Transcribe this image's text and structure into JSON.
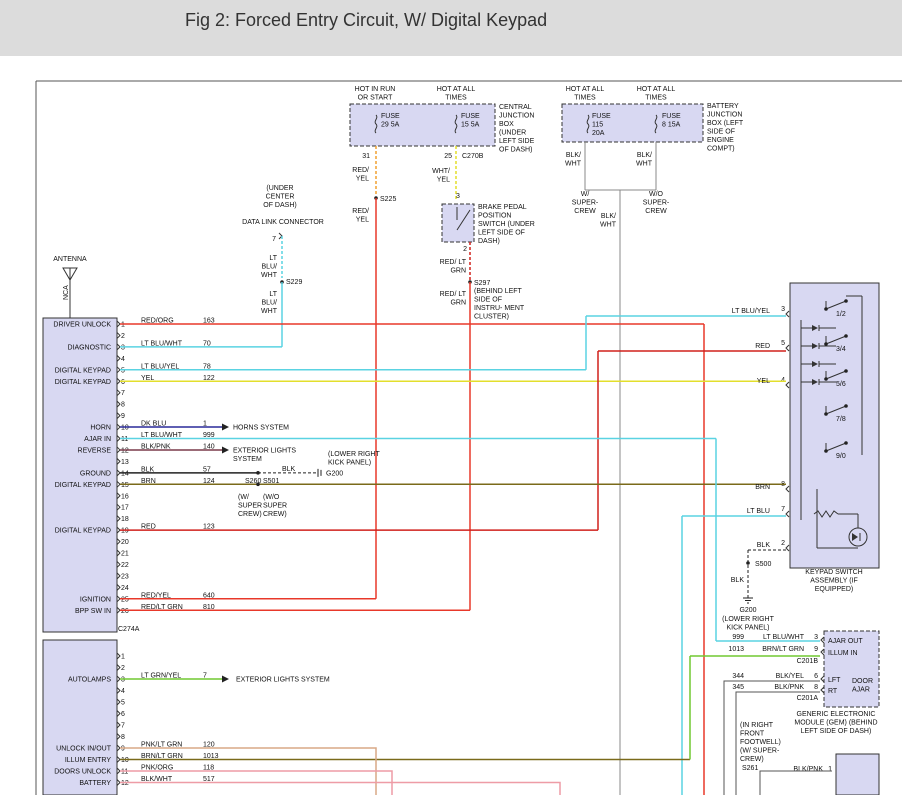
{
  "header": {
    "title": "Fig 2: Forced Entry Circuit, W/ Digital Keypad"
  },
  "colors": {
    "module_fill": "#d8d8f2",
    "red_orange": "#e8382a",
    "red": "#d0201c",
    "cyan": "#5ad3e2",
    "yellow": "#e3df2c",
    "orange": "#f0a030",
    "dark_blue": "#2a2a9a",
    "olive": "#7a6a1a",
    "green": "#70c830",
    "tan": "#d9a886",
    "pink": "#ee9ca6",
    "black": "#222222",
    "gray": "#888888"
  },
  "top_fuses": {
    "cjb_left_hot": "HOT IN RUN OR START",
    "cjb_right_hot": "HOT AT ALL TIMES",
    "cjb_fuse1": "FUSE 29 5A",
    "cjb_fuse2": "FUSE 15 5A",
    "cjb_label": "CENTRAL JUNCTION BOX (UNDER LEFT SIDE OF DASH)",
    "cjb_pin_left": "31",
    "cjb_pin_right": "25",
    "cjb_conn": "C270B",
    "bjb_left_hot": "HOT AT ALL TIMES",
    "bjb_right_hot": "HOT AT ALL TIMES",
    "bjb_fuse1": "FUSE 115 20A",
    "bjb_fuse2": "FUSE 8 15A",
    "bjb_label": "BATTERY JUNCTION BOX (LEFT SIDE OF ENGINE COMPT)"
  },
  "wires_top": {
    "red_yel_1": "RED/ YEL",
    "s225": "S225",
    "red_yel_2": "RED/ YEL",
    "wht_yel": "WHT/ YEL",
    "bpp_pin3": "3",
    "bpp_label": "BRAKE PEDAL POSITION SWITCH (UNDER LEFT SIDE OF DASH)",
    "bpp_pin2": "2",
    "red_ltgrn_1": "RED/ LT GRN",
    "s297": "S297",
    "s297_desc": "(BEHIND LEFT SIDE OF INSTRU- MENT CLUSTER)",
    "red_ltgrn_2": "RED/ LT GRN",
    "dlc_loc": "(UNDER CENTER OF DASH)",
    "dlc_label": "DATA LINK CONNECTOR",
    "dlc_pin": "7",
    "ltblu_wht_1": "LT BLU/ WHT",
    "s229": "S229",
    "ltblu_wht_2": "LT BLU/ WHT",
    "antenna": "ANTENNA",
    "nca": "NCA",
    "blk_wht_a": "BLK/ WHT",
    "blk_wht_b": "BLK/ WHT",
    "w_supercrew": "W/ SUPER- CREW",
    "wo_supercrew": "W/O SUPER- CREW",
    "blk_wht_c": "BLK/ WHT"
  },
  "left_module_a": {
    "connector": "C274A",
    "rows": [
      {
        "name": "DRIVER UNLOCK",
        "pin": "1",
        "wire": "RED/ORG",
        "circuit": "163"
      },
      {
        "name": "",
        "pin": "2",
        "wire": "",
        "circuit": ""
      },
      {
        "name": "DIAGNOSTIC",
        "pin": "3",
        "wire": "LT BLU/WHT",
        "circuit": "70"
      },
      {
        "name": "",
        "pin": "4",
        "wire": "",
        "circuit": ""
      },
      {
        "name": "DIGITAL KEYPAD",
        "pin": "5",
        "wire": "LT BLU/YEL",
        "circuit": "78"
      },
      {
        "name": "DIGITAL KEYPAD",
        "pin": "6",
        "wire": "YEL",
        "circuit": "122"
      },
      {
        "name": "",
        "pin": "7",
        "wire": "",
        "circuit": ""
      },
      {
        "name": "",
        "pin": "8",
        "wire": "",
        "circuit": ""
      },
      {
        "name": "",
        "pin": "9",
        "wire": "",
        "circuit": ""
      },
      {
        "name": "HORN",
        "pin": "10",
        "wire": "DK BLU",
        "circuit": "1"
      },
      {
        "name": "AJAR IN",
        "pin": "11",
        "wire": "LT BLU/WHT",
        "circuit": "999"
      },
      {
        "name": "REVERSE",
        "pin": "12",
        "wire": "BLK/PNK",
        "circuit": "140"
      },
      {
        "name": "",
        "pin": "13",
        "wire": "",
        "circuit": ""
      },
      {
        "name": "GROUND",
        "pin": "14",
        "wire": "BLK",
        "circuit": "57"
      },
      {
        "name": "DIGITAL KEYPAD",
        "pin": "15",
        "wire": "BRN",
        "circuit": "124"
      },
      {
        "name": "",
        "pin": "16",
        "wire": "",
        "circuit": ""
      },
      {
        "name": "",
        "pin": "17",
        "wire": "",
        "circuit": ""
      },
      {
        "name": "",
        "pin": "18",
        "wire": "",
        "circuit": ""
      },
      {
        "name": "DIGITAL KEYPAD",
        "pin": "19",
        "wire": "RED",
        "circuit": "123"
      },
      {
        "name": "",
        "pin": "20",
        "wire": "",
        "circuit": ""
      },
      {
        "name": "",
        "pin": "21",
        "wire": "",
        "circuit": ""
      },
      {
        "name": "",
        "pin": "22",
        "wire": "",
        "circuit": ""
      },
      {
        "name": "",
        "pin": "23",
        "wire": "",
        "circuit": ""
      },
      {
        "name": "",
        "pin": "24",
        "wire": "",
        "circuit": ""
      },
      {
        "name": "IGNITION",
        "pin": "25",
        "wire": "RED/YEL",
        "circuit": "640"
      },
      {
        "name": "BPP SW IN",
        "pin": "26",
        "wire": "RED/LT GRN",
        "circuit": "810"
      }
    ]
  },
  "left_module_b": {
    "rows": [
      {
        "name": "",
        "pin": "1",
        "wire": "",
        "circuit": ""
      },
      {
        "name": "",
        "pin": "2",
        "wire": "",
        "circuit": ""
      },
      {
        "name": "AUTOLAMPS",
        "pin": "3",
        "wire": "LT GRN/YEL",
        "circuit": "7"
      },
      {
        "name": "",
        "pin": "4",
        "wire": "",
        "circuit": ""
      },
      {
        "name": "",
        "pin": "5",
        "wire": "",
        "circuit": ""
      },
      {
        "name": "",
        "pin": "6",
        "wire": "",
        "circuit": ""
      },
      {
        "name": "",
        "pin": "7",
        "wire": "",
        "circuit": ""
      },
      {
        "name": "",
        "pin": "8",
        "wire": "",
        "circuit": ""
      },
      {
        "name": "UNLOCK IN/OUT",
        "pin": "9",
        "wire": "PNK/LT GRN",
        "circuit": "120"
      },
      {
        "name": "ILLUM ENTRY",
        "pin": "10",
        "wire": "BRN/LT GRN",
        "circuit": "1013"
      },
      {
        "name": "DOORS UNLOCK",
        "pin": "11",
        "wire": "PNK/ORG",
        "circuit": "118"
      },
      {
        "name": "BATTERY",
        "pin": "12",
        "wire": "BLK/WHT",
        "circuit": "517"
      }
    ]
  },
  "mid_labels": {
    "horns_system": "HORNS SYSTEM",
    "exterior_lights": "EXTERIOR LIGHTS SYSTEM",
    "g200_loc": "(LOWER RIGHT KICK PANEL)",
    "g200": "G200",
    "blk": "BLK",
    "s260": "S260",
    "s501": "S501",
    "w_super": "(W/ SUPER CREW)",
    "wo_super": "(W/O SUPER CREW)",
    "autolamps_dest": "EXTERIOR LIGHTS SYSTEM"
  },
  "keypad": {
    "label": "KEYPAD SWITCH ASSEMBLY (IF EQUIPPED)",
    "pins": [
      {
        "pin": "3",
        "wire": "LT BLU/YEL"
      },
      {
        "pin": "5",
        "wire": "RED"
      },
      {
        "pin": "4",
        "wire": "YEL"
      },
      {
        "pin": "8",
        "wire": "BRN"
      },
      {
        "pin": "7",
        "wire": "LT BLU"
      },
      {
        "pin": "2",
        "wire": "BLK"
      }
    ],
    "switches": [
      "1/2",
      "3/4",
      "5/6",
      "7/8",
      "9/0"
    ],
    "s500": "S500",
    "blk": "BLK",
    "g200": "G200",
    "g200_loc": "(LOWER RIGHT KICK PANEL)"
  },
  "gem": {
    "rows": [
      {
        "circuit": "999",
        "wire": "LT BLU/WHT",
        "pin": "3",
        "label": "AJAR OUT"
      },
      {
        "circuit": "1013",
        "wire": "BRN/LT GRN",
        "pin": "9",
        "label": "ILLUM IN"
      },
      {
        "circuit": "344",
        "wire": "BLK/YEL",
        "pin": "6",
        "label": "LFT"
      },
      {
        "circuit": "345",
        "wire": "BLK/PNK",
        "pin": "8",
        "label": "RT"
      }
    ],
    "conn_1": "C201B",
    "conn_2": "C201A",
    "door_ajar": "DOOR AJAR",
    "label": "GENERIC ELECTRONIC MODULE (GEM) (BEHIND LEFT SIDE OF DASH)",
    "s261_loc": "(IN RIGHT FRONT FOOTWELL) (W/ SUPER- CREW)",
    "s261": "S261",
    "bottom_wire": "BLK/PNK",
    "bottom_pin": "1"
  }
}
